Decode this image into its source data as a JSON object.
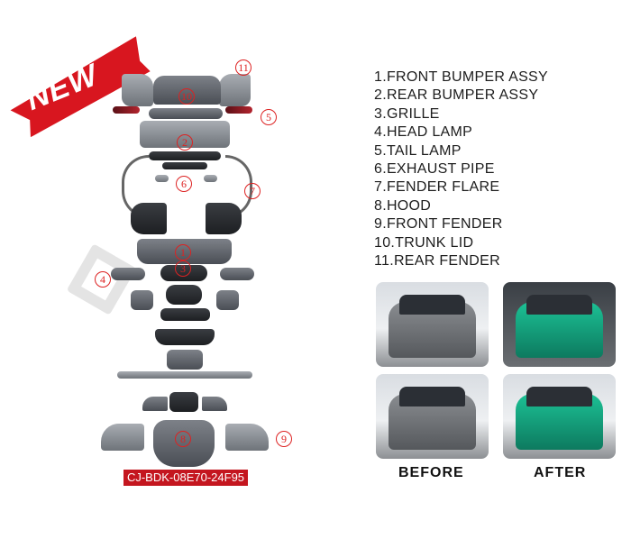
{
  "banner": {
    "new_label": "NEW"
  },
  "part_numbers": [
    "1",
    "2",
    "3",
    "4",
    "5",
    "6",
    "7",
    "8",
    "9",
    "10",
    "11"
  ],
  "sku_badge": "CJ-BDK-08E70-24F95",
  "parts_list": [
    "1.FRONT BUMPER ASSY",
    "2.REAR BUMPER ASSY",
    "3.GRILLE",
    "4.HEAD LAMP",
    "5.TAIL LAMP",
    "6.EXHAUST PIPE",
    "7.FENDER FLARE",
    "8.HOOD",
    "9.FRONT FENDER",
    "10.TRUNK LID",
    "11.REAR FENDER"
  ],
  "comparison": {
    "before_label": "BEFORE",
    "after_label": "AFTER"
  },
  "colors": {
    "accent_red": "#d0202a",
    "after_car": "#13a07e",
    "before_car": "#6b6e72"
  }
}
